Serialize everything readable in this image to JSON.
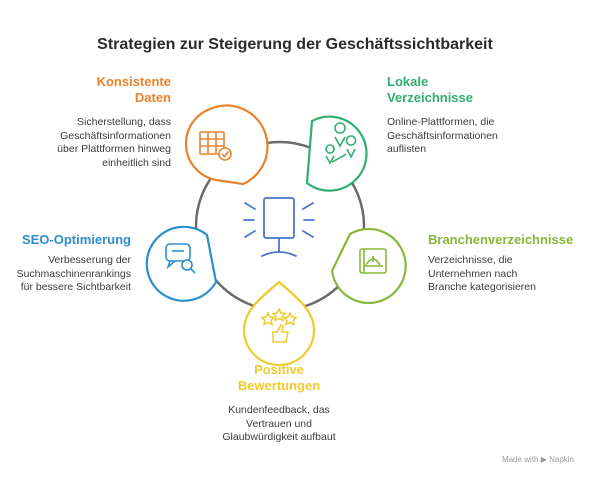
{
  "title": "Strategien zur Steigerung der Geschäftssichtbarkeit",
  "colors": {
    "orange": "#E8822C",
    "green": "#2FAE6F",
    "lime": "#86B83A",
    "yellow": "#EFCB2F",
    "blue": "#2C8FCB",
    "center_icon": "#4A77C9",
    "ring": "#6b6b6b"
  },
  "center_icon": "monitor-icon",
  "items": {
    "konsistente_daten": {
      "title_line1": "Konsistente",
      "title_line2": "Daten",
      "desc_line1": "Sicherstellung, dass",
      "desc_line2": "Geschäftsinformationen",
      "desc_line3": "über Plattformen hinweg",
      "desc_line4": "einheitlich sind",
      "icon": "spreadsheet-check-icon"
    },
    "lokale_verzeichnisse": {
      "title_line1": "Lokale",
      "title_line2": "Verzeichnisse",
      "desc_line1": "Online-Plattformen, die",
      "desc_line2": "Geschäftsinformationen",
      "desc_line3": "auflisten",
      "icon": "map-pins-icon"
    },
    "branchenverzeichnisse": {
      "title": "Branchenverzeichnisse",
      "desc_line1": "Verzeichnisse, die",
      "desc_line2": "Unternehmen nach",
      "desc_line3": "Branche kategorisieren",
      "icon": "hardhat-book-icon"
    },
    "positive_bewertungen": {
      "title_line1": "Positive",
      "title_line2": "Bewertungen",
      "desc_line1": "Kundenfeedback, das",
      "desc_line2": "Vertrauen und",
      "desc_line3": "Glaubwürdigkeit aufbaut",
      "icon": "stars-thumbs-up-icon"
    },
    "seo_optimierung": {
      "title": "SEO-Optimierung",
      "desc_line1": "Verbesserung der",
      "desc_line2": "Suchmaschinenrankings",
      "desc_line3": "für bessere Sichtbarkeit",
      "icon": "chat-search-icon"
    }
  },
  "footer": "Made with  ▶ Napkin"
}
